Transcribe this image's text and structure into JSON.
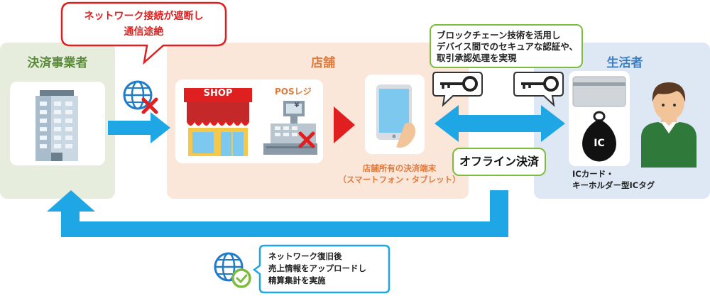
{
  "callouts": {
    "network_down": [
      "ネットワーク接続が遮断し",
      "通信途絶"
    ],
    "blockchain": [
      "ブロックチェーン技術を活用し",
      "デバイス間でのセキュアな認証や、",
      "取引承認処理を実現"
    ],
    "recovery": [
      "ネットワーク復旧後",
      "売上情報をアップロードし",
      "精算集計を実施"
    ]
  },
  "panels": {
    "settlement": {
      "title": "決済事業者"
    },
    "store": {
      "title": "店舗"
    },
    "consumer": {
      "title": "生活者"
    }
  },
  "store": {
    "shop_sign": "SHOP",
    "pos_label": "POSレジ",
    "register_symbol": "¥",
    "terminal_label": [
      "店舗所有の決済端末",
      "（スマートフォン・タブレット）"
    ]
  },
  "offline_label": "オフライン決済",
  "consumer": {
    "ic_tag_text": "IC",
    "device_label": [
      "ICカード・",
      "キーホルダー型ICタグ"
    ]
  },
  "colors": {
    "arrow_blue": "#1ea7e4",
    "red": "#e02020",
    "green_border": "#7dbb3c",
    "settlement_bg": "#e6eddc",
    "store_bg": "#fbe6da",
    "consumer_bg": "#dde8f4"
  }
}
